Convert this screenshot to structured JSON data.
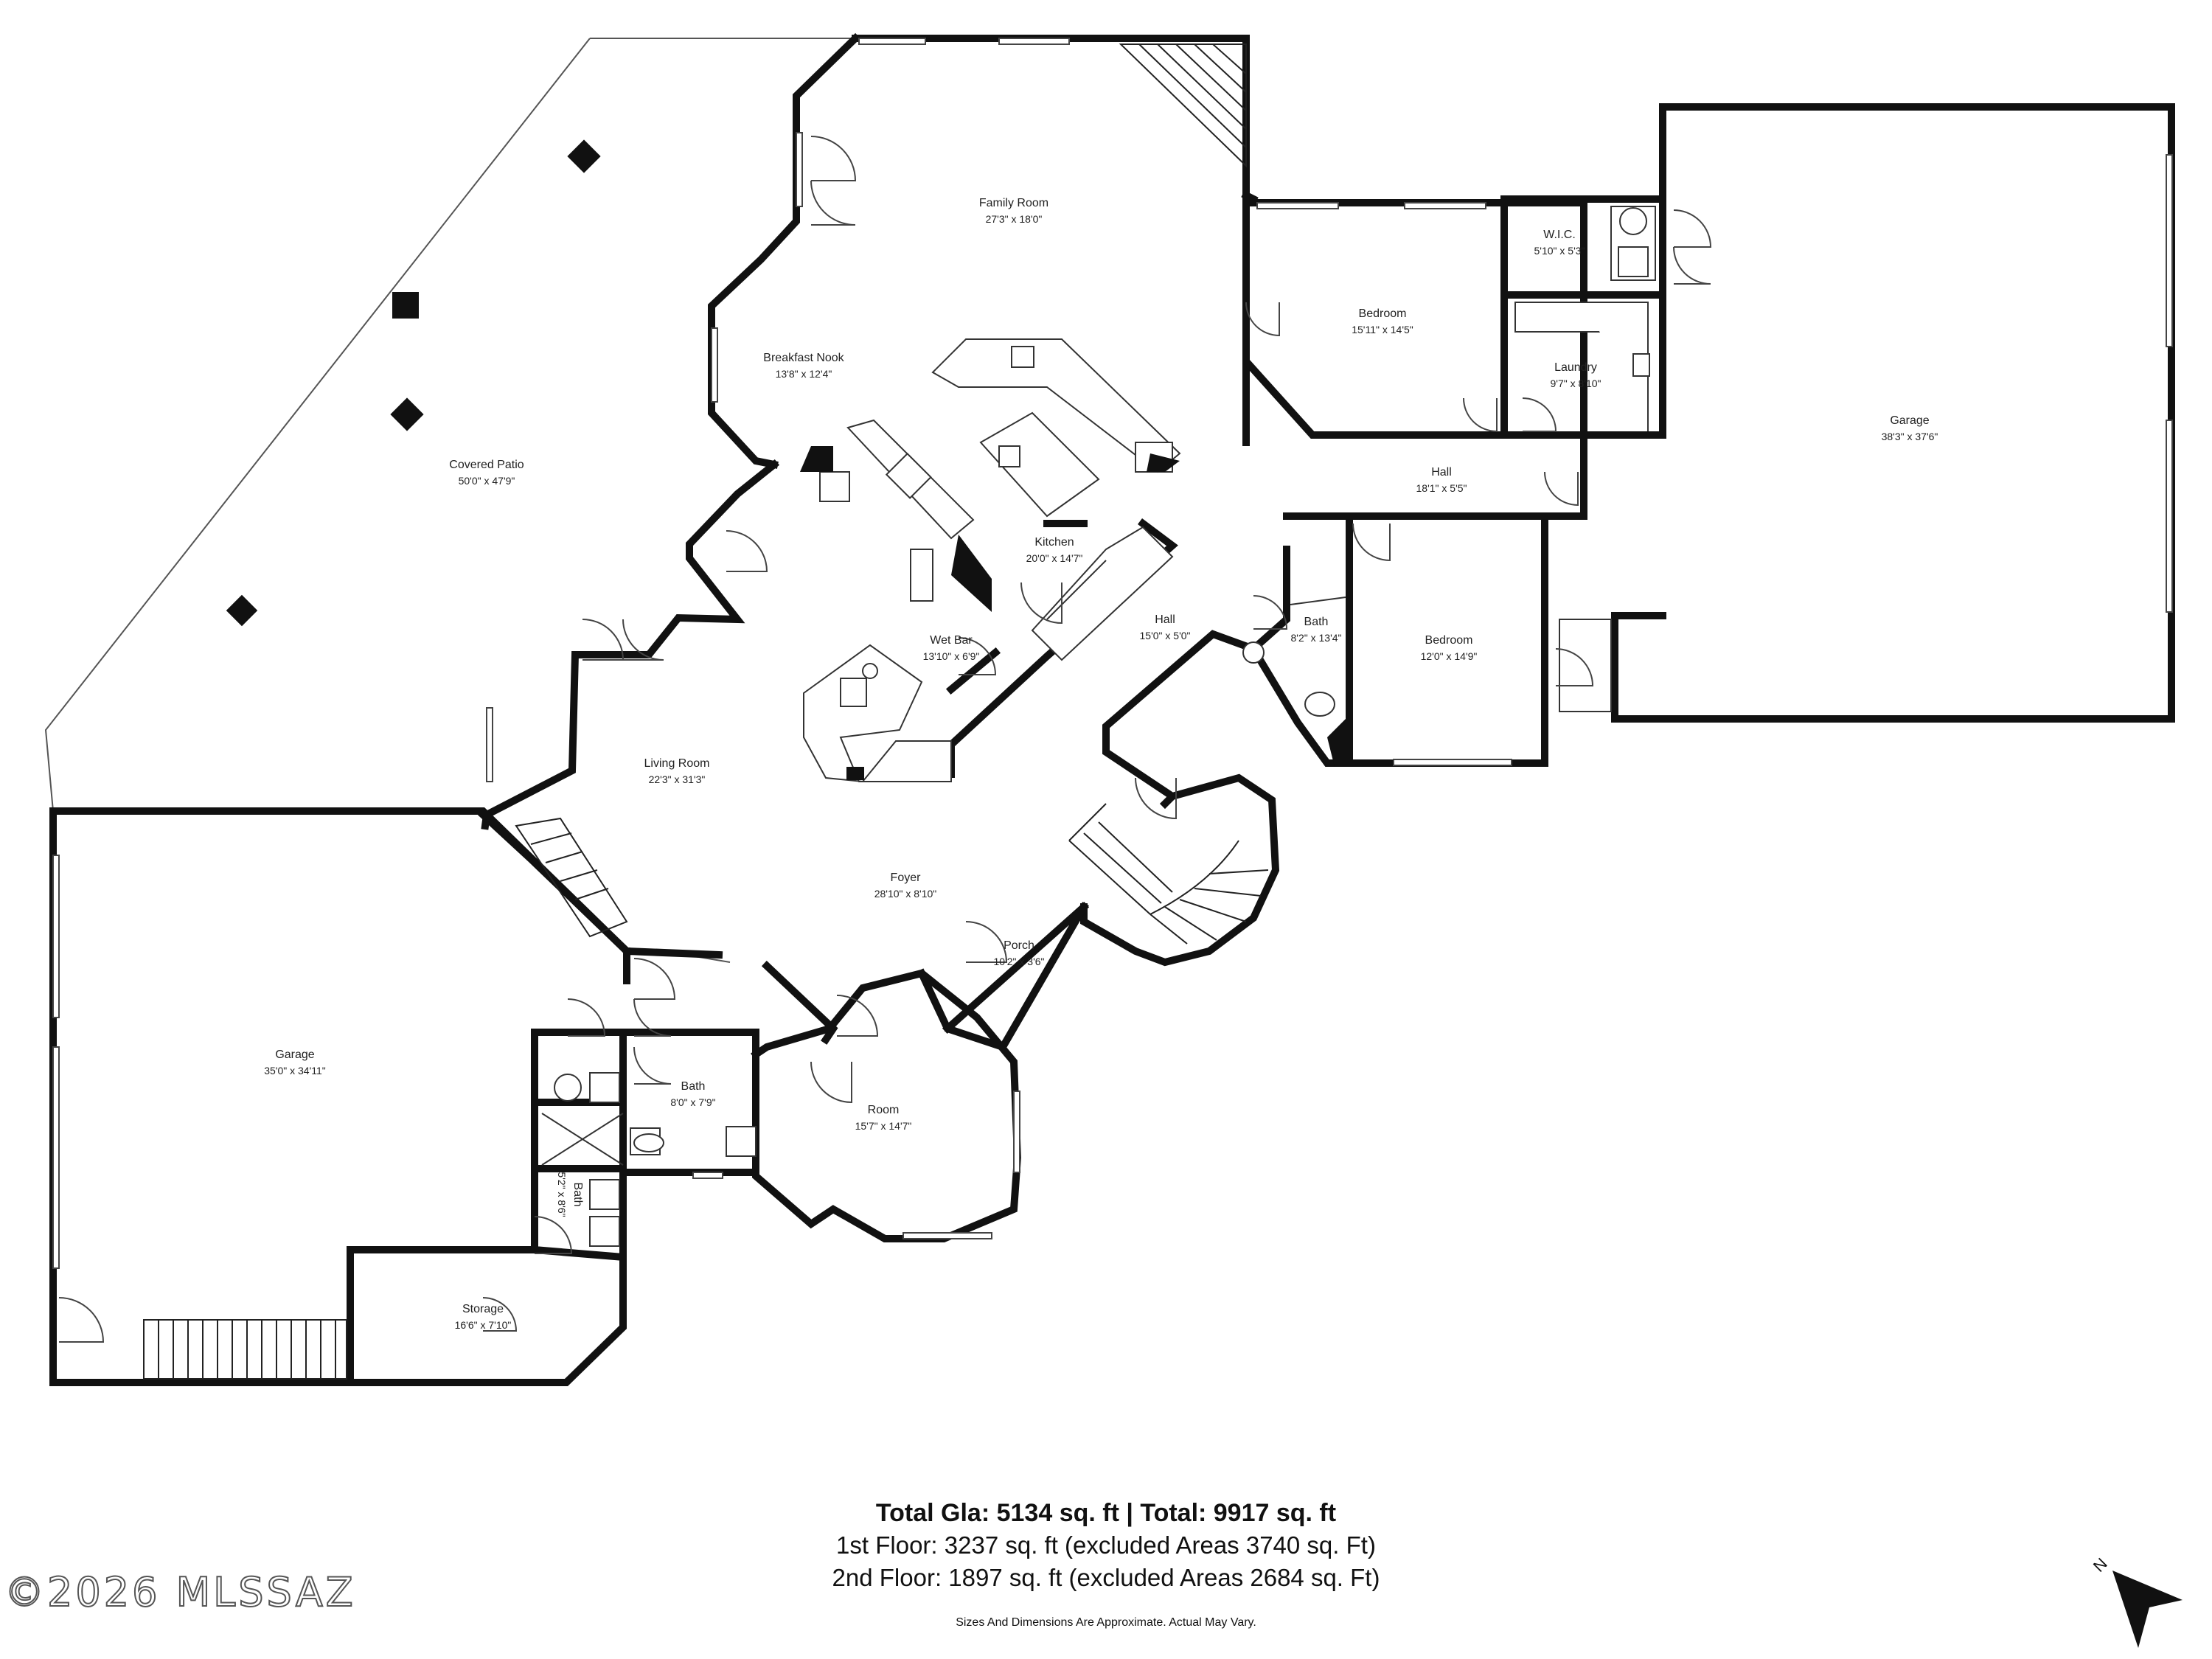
{
  "rooms": [
    {
      "name": "Family Room",
      "dim": "27'3\" x 18'0\""
    },
    {
      "name": "Breakfast Nook",
      "dim": "13'8\" x 12'4\""
    },
    {
      "name": "Covered Patio",
      "dim": "50'0\" x 47'9\""
    },
    {
      "name": "Kitchen",
      "dim": "20'0\" x 14'7\""
    },
    {
      "name": "Wet Bar",
      "dim": "13'10\" x 6'9\""
    },
    {
      "name": "Living Room",
      "dim": "22'3\" x 31'3\""
    },
    {
      "name": "Foyer",
      "dim": "28'10\" x 8'10\""
    },
    {
      "name": "Porch",
      "dim": "10'2\" x 3'6\""
    },
    {
      "name": "Hall",
      "dim": "15'0\" x 5'0\""
    },
    {
      "name": "Hall",
      "dim": "18'1\" x 5'5\""
    },
    {
      "name": "Bedroom",
      "dim": "15'11\" x 14'5\""
    },
    {
      "name": "W.I.C.",
      "dim": "5'10\" x 5'3\""
    },
    {
      "name": "Laundry",
      "dim": "9'7\" x 8'10\""
    },
    {
      "name": "Garage",
      "dim": "38'3\" x 37'6\""
    },
    {
      "name": "Bath",
      "dim": "8'2\" x 13'4\""
    },
    {
      "name": "Bedroom",
      "dim": "12'0\" x 14'9\""
    },
    {
      "name": "Garage",
      "dim": "35'0\" x 34'11\""
    },
    {
      "name": "Bath",
      "dim": "8'0\" x 7'9\""
    },
    {
      "name": "Bath",
      "dim": "5'2\" x 8'6\""
    },
    {
      "name": "Room",
      "dim": "15'7\" x 14'7\""
    },
    {
      "name": "Storage",
      "dim": "16'6\" x 7'10\""
    }
  ],
  "summary": {
    "total": "Total Gla: 5134 sq. ft | Total: 9917 sq. ft",
    "floor1": "1st Floor: 3237 sq. ft (excluded Areas 3740 sq. Ft)",
    "floor2": "2nd Floor: 1897 sq. ft (excluded Areas 2684 sq. Ft)",
    "disclaimer": "Sizes And Dimensions Are Approximate. Actual May Vary."
  },
  "watermark": "©2026 MLSSAZ",
  "compass": {
    "label": "N",
    "icon": "north-arrow-icon"
  }
}
